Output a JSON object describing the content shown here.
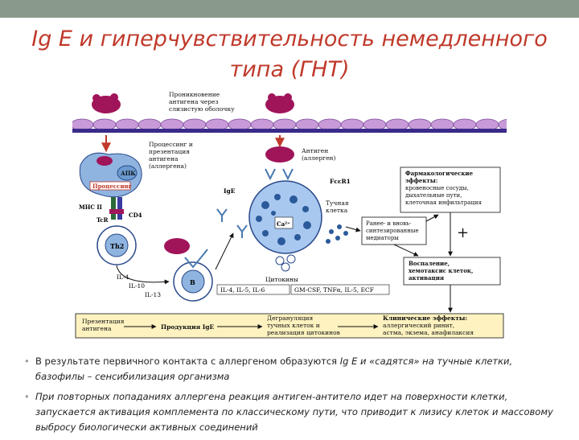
{
  "title_line1": "Ig E и гиперчувствительность немедленного",
  "title_line2": "типа (ГНТ)",
  "diagram": {
    "penetration": "Проникновение\nантигена через\nслизистую оболочку",
    "processing_presentation": "Процессинг и\nпрезентация\nантигена\n(аллергена)",
    "apc": "АПК",
    "processing": "Процессинг",
    "mhc2": "MHC II",
    "tcr": "TcR",
    "cd4": "CD4",
    "th2": "Th2",
    "il4": "IL-4",
    "il10": "IL-10",
    "il13": "IL-13",
    "b": "B",
    "antigen": "Антиген\n(аллерген)",
    "fcer1": "FcεR1",
    "ige": "IgE",
    "mast_cell": "Тучная\nклетка",
    "ca": "Ca²⁺",
    "cytokines": "Цитокины",
    "il_list1": "IL-4, IL-5, IL-6",
    "il_list2": "GM-CSF, TNFα, IL-5, ECF",
    "pharma": "Фармакологические\nэффекты:\nкровеносные сосуды,\nдыхательные пути,\nклеточная инфильтрация",
    "mediators": "Ранее- и вновь-\nсинтезированные\nмедиаторы",
    "plus": "+",
    "inflammation": "Воспаление,\nхемотаксис клеток,\nактивация",
    "bottom_presentation": "Презентация\nантигена",
    "bottom_ige": "Продукция IgE",
    "bottom_degranulation": "Дегрануляция\nтучных клеток и\nреализация цитокинов",
    "bottom_clinical": "Клинические эффекты:\nаллергический ринит,\nастма, экзема, анафилаксия"
  },
  "bullets": [
    {
      "normal": "В результате первичного контакта с аллергеном  образуются ",
      "italic": "Ig E и «садятся» на тучные клетки, базофилы – сенсибилизация организма"
    },
    {
      "normal": "",
      "italic": "При повторных попаданиях аллергена реакция антиген-антитело идет на поверхности клетки, запускается активация комплемента по классическому пути, что приводит к лизису клеток и массовому выбросу биологически активных соединений"
    }
  ],
  "colors": {
    "title": "#c0392b",
    "membrane": "#6a3fa0",
    "antigen": "#a0145a",
    "cell": "#8fb4e0",
    "mast_cell": "#a8c8f0",
    "bottom_bar": "#fdf2c0",
    "arrow_red": "#c0392b"
  }
}
